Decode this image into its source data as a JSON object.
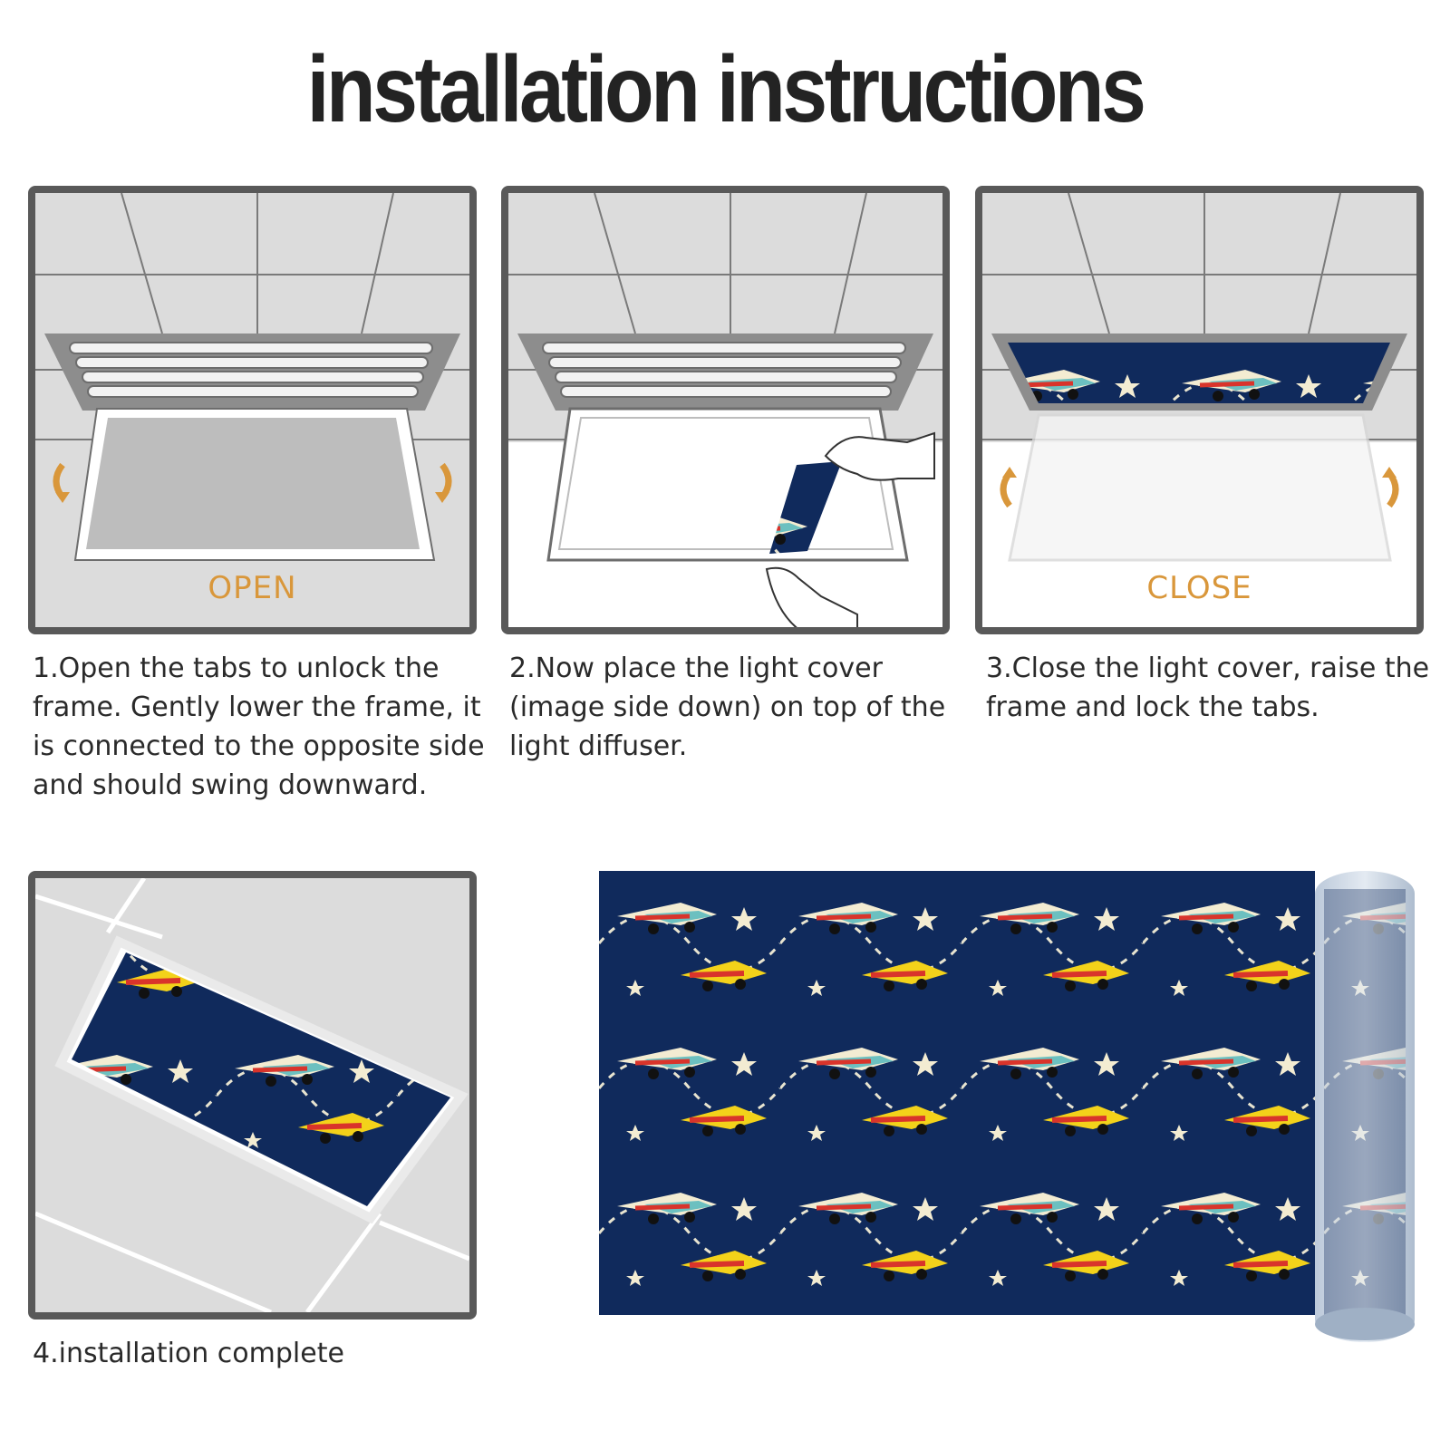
{
  "title": "installation instructions",
  "colors": {
    "accent_orange": "#d9973b",
    "frame_gray": "#595959",
    "pattern_navy": "#102a5c"
  },
  "panels": [
    {
      "label": "OPEN"
    },
    {
      "label": ""
    },
    {
      "label": "CLOSE"
    }
  ],
  "steps": [
    {
      "text": "1.Open the tabs to unlock the frame. Gently lower the frame, it is connected to the opposite side and should swing downward."
    },
    {
      "text": "2.Now place the light cover (image side down) on top of the light diffuser."
    },
    {
      "text": "3.Close the light cover, raise the frame and lock the tabs."
    },
    {
      "text": "4.installation complete"
    }
  ]
}
